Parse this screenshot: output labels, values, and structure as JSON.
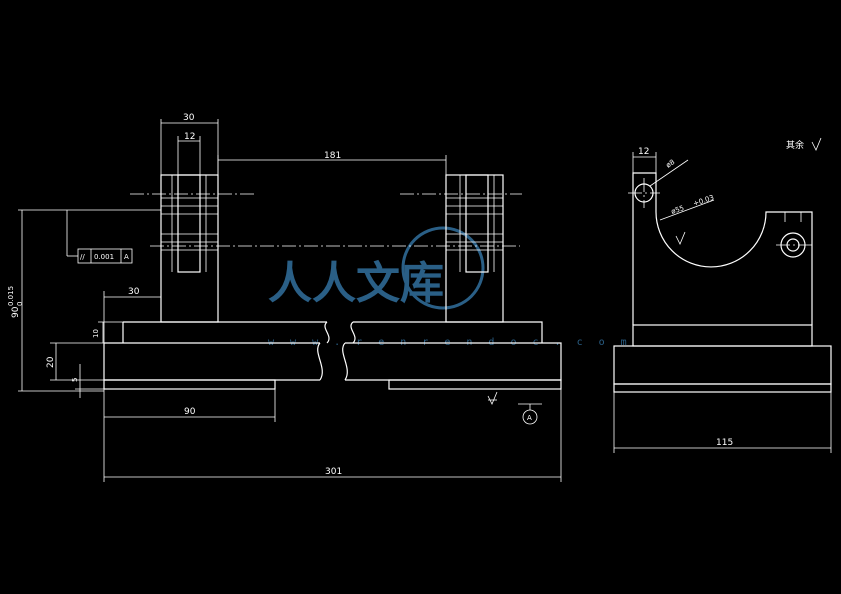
{
  "watermark": {
    "brand": "人人文库",
    "url": "w w w . r e n r e n d o c . c o m"
  },
  "dims": {
    "top_width": "30",
    "top_inner": "12",
    "span": "181",
    "height_tol": "90",
    "height_tol_sup": "0.015",
    "height_tol_sub": "0",
    "offset_left": "30",
    "step_10": "10",
    "base_20": "20",
    "base_5": "5",
    "left_90": "90",
    "total_301": "301",
    "side_12": "12",
    "side_d8": "ø8",
    "side_r55": "ø55",
    "side_r55_tol": "+0.03",
    "side_total_115": "115",
    "note_rest": "其余"
  },
  "tolerance_frame": {
    "symbol": "//",
    "value": "0.001",
    "datum": "A"
  },
  "datum": {
    "label": "A"
  }
}
